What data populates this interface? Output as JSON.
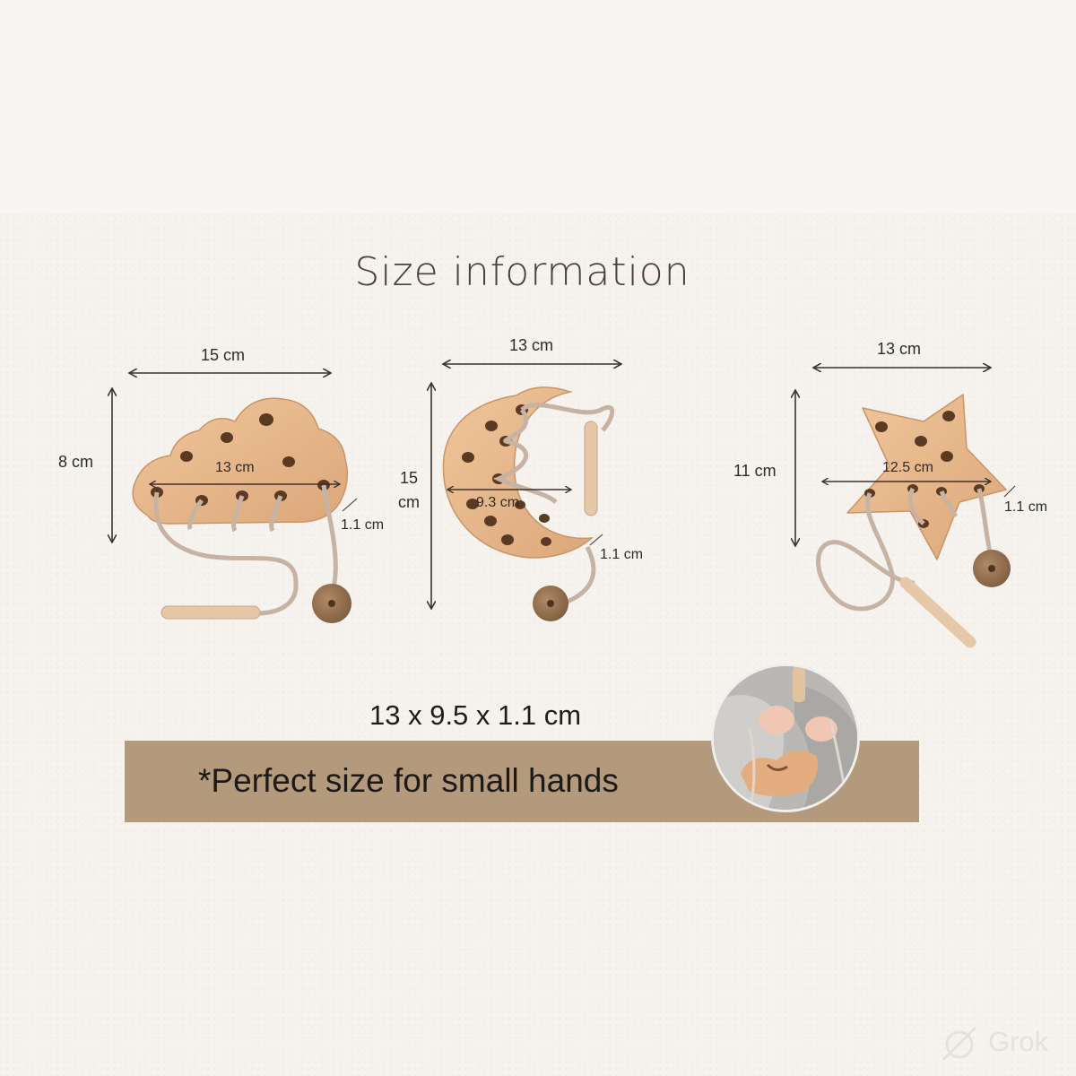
{
  "title": "Size information",
  "cloud": {
    "width": "15 cm",
    "height": "8 cm",
    "inner": "13 cm",
    "thickness": "1.1 cm"
  },
  "moon": {
    "width": "13 cm",
    "height_line1": "15",
    "height_line2": "cm",
    "inner": "9.3 cm",
    "thickness": "1.1 cm"
  },
  "star": {
    "width": "13 cm",
    "height": "11 cm",
    "inner": "12.5 cm",
    "thickness": "1.1 cm"
  },
  "dimensions": "13 x 9.5 x 1.1 cm",
  "banner_text": "*Perfect size for small hands",
  "watermark": "Grok",
  "colors": {
    "wood": "#e7b98c",
    "banner": "#b49a7d",
    "title": "#4a3f3a",
    "cord": "#c6b3a3"
  }
}
